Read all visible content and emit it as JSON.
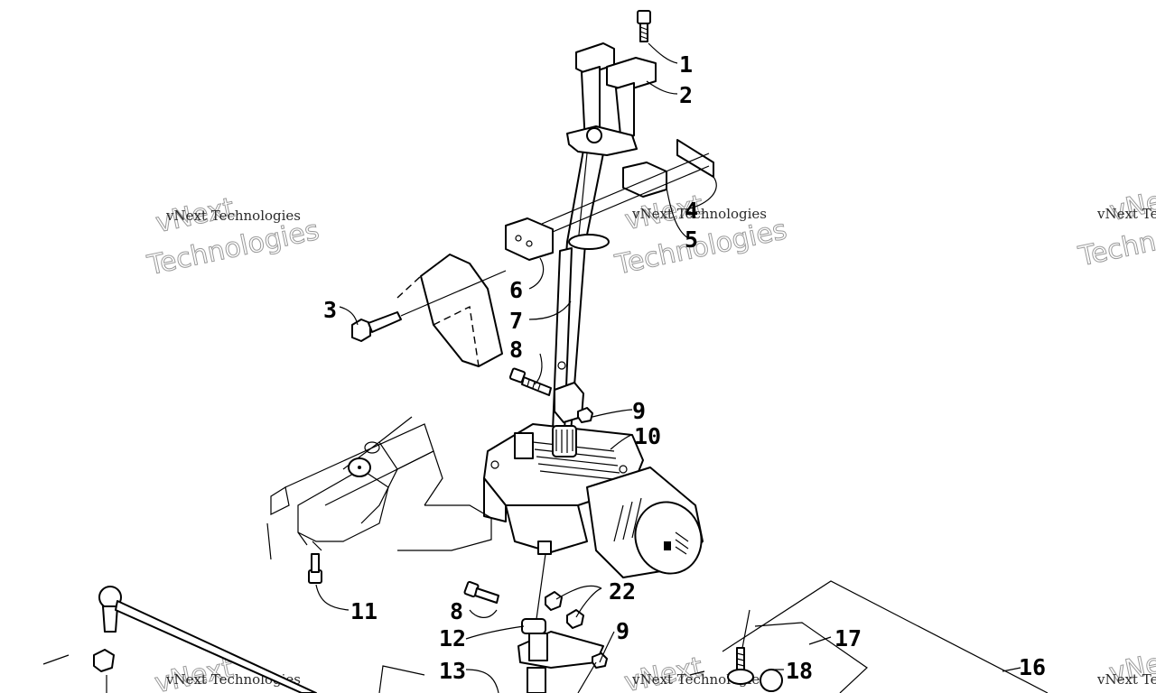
{
  "watermark": {
    "brand": "vNext",
    "line": "vNext Technologies",
    "big": "Technologies",
    "partial_brand": "vNe",
    "partial_line": "vNext Te",
    "partial_big": "Techn"
  },
  "callouts": [
    "1",
    "2",
    "3",
    "4",
    "5",
    "6",
    "7",
    "8",
    "9",
    "10",
    "11",
    "8",
    "22",
    "12",
    "9",
    "13",
    "17",
    "18",
    "16"
  ]
}
